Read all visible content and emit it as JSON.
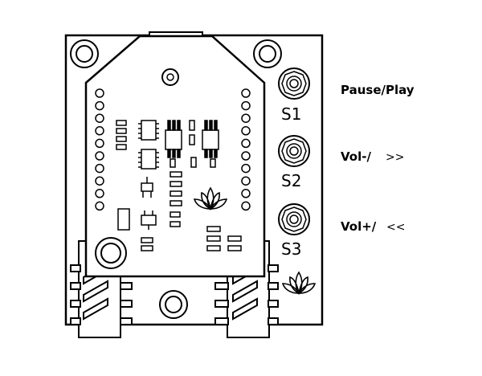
{
  "diagram": {
    "buttons": [
      {
        "id": "s1",
        "label": "S1",
        "function_name": "Pause/Play",
        "arrows": ""
      },
      {
        "id": "s2",
        "label": "S2",
        "function_name": "Vol-/",
        "arrows": ">>"
      },
      {
        "id": "s3",
        "label": "S3",
        "function_name": "Vol+/",
        "arrows": "<<"
      }
    ]
  }
}
